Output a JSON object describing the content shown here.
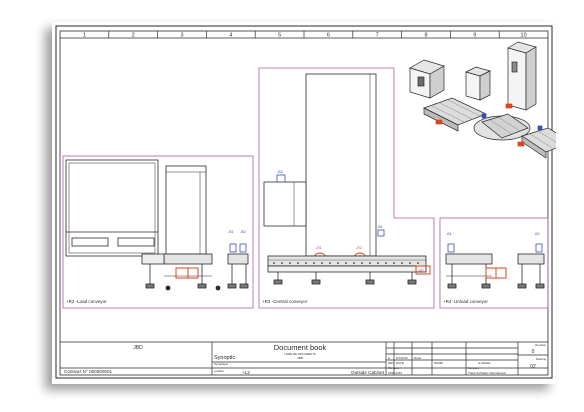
{
  "grid": {
    "columns": [
      "1",
      "2",
      "3",
      "4",
      "5",
      "6",
      "7",
      "8",
      "9",
      "10"
    ]
  },
  "sections": {
    "load": {
      "label": "+R2 -Load conveyor",
      "tags": [
        "-B1",
        "-B2"
      ]
    },
    "central": {
      "label": "+R3 -Central conveyor",
      "tags": [
        "-B3",
        "-R1",
        "-R2",
        "-B1",
        "-M1"
      ]
    },
    "unload": {
      "label": "+R4 -Unload conveyor",
      "tags": [
        "-B1",
        "-B2"
      ]
    }
  },
  "title_block": {
    "company": "JBD",
    "doc_title": "Document book",
    "doc_subtitle": "LIVRE DE DOCUMENTS",
    "doc_sub2": "ABB",
    "synoptic": "Synoptic",
    "synoptic_sub": "Synoptique",
    "contract": "Contract N° 000000001",
    "location_label": "Location",
    "location": "+L2",
    "cabinet": "Outside Cabinet",
    "rev_col_a": "A",
    "rev_col_b": "REV",
    "rev_date": "5/7/2015",
    "date_label": "DATE",
    "draw_label": "Draw",
    "name_label": "NAME",
    "drawn_by": "G-WAGE",
    "company_label": "Company",
    "company_name": "Trace Software International",
    "revision_label": "Revision",
    "revision": "0",
    "drawing_label": "Drawing",
    "drawing": "02",
    "filename_label": "File name",
    "filename": "1550.0416"
  },
  "colors": {
    "ink": "#2a2a2a",
    "frame_magenta": "#b25aa8",
    "motor_red": "#d9461f",
    "tag_blue": "#3a4fb0",
    "shadow": "#000000"
  }
}
